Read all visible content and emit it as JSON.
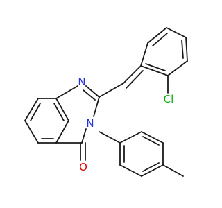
{
  "molecule": {
    "atoms": {
      "N1": {
        "symbol": "N",
        "color": "#2233dd"
      },
      "N3": {
        "symbol": "N",
        "color": "#2233dd"
      },
      "O": {
        "symbol": "O",
        "color": "#dd0000"
      },
      "Cl": {
        "symbol": "Cl",
        "color": "#11aa11"
      }
    }
  }
}
